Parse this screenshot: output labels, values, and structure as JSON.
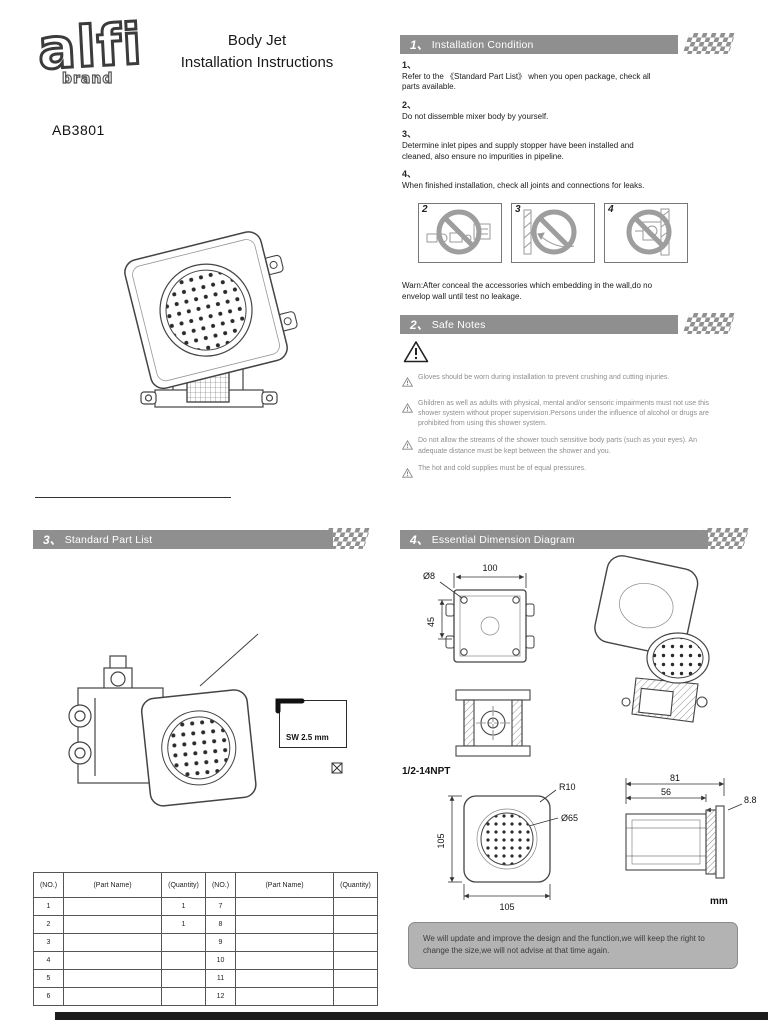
{
  "page": {
    "brand": "alfi",
    "brand_sub": "brand",
    "model": "AB3801",
    "title_line1": "Body Jet",
    "title_line2": "Installation Instructions"
  },
  "section1": {
    "number": "1、",
    "title": "Installation Condition",
    "items": [
      {
        "num": "1、",
        "text": "Refer to the 《Standard Part List》 when you open package, check all parts available."
      },
      {
        "num": "2、",
        "text": "Do not dissemble mixer body by yourself."
      },
      {
        "num": "3、",
        "text": "Determine inlet pipes and supply stopper have been installed and cleaned, also ensure no impurities in pipeline."
      },
      {
        "num": "4、",
        "text": "When finished installation, check all joints and connections for leaks."
      }
    ],
    "figures": [
      "2",
      "3",
      "4"
    ],
    "warning": "Warn:After conceal the accessories which embedding in the wall,do no envelop wall until test no leakage."
  },
  "section2": {
    "number": "2、",
    "title": "Safe Notes",
    "notes": [
      "Gloves should be worn during installation to prevent crushing and cutting injuries.",
      "Ghildren as well as adults with physical, mental and/or sensoric impairments must not use this shower system without proper supervision.Persons under the influence of alcohol or drugs are prohibited from using this shower system.",
      "Do not allow the streams of the shower touch sensitive body parts (such as your eyes). An adequate distance must be kept between the shower and you.",
      "The hot and cold supplies must be of equal pressures."
    ]
  },
  "section3": {
    "number": "3、",
    "title": "Standard Part List",
    "tool_label": "SW 2.5 mm",
    "table": {
      "headers": [
        "(NO.)",
        "(Part Name)",
        "(Quantity)",
        "(NO.)",
        "(Part Name)",
        "(Quantity)"
      ],
      "rows": [
        [
          "1",
          "",
          "1",
          "7",
          "",
          ""
        ],
        [
          "2",
          "",
          "1",
          "8",
          "",
          ""
        ],
        [
          "3",
          "",
          "",
          "9",
          "",
          ""
        ],
        [
          "4",
          "",
          "",
          "10",
          "",
          ""
        ],
        [
          "5",
          "",
          "",
          "11",
          "",
          ""
        ],
        [
          "6",
          "",
          "",
          "12",
          "",
          ""
        ]
      ]
    }
  },
  "section4": {
    "number": "4、",
    "title": "Essential Dimension Diagram",
    "dims": {
      "w100": "100",
      "hole": "Ø8",
      "h45": "45",
      "thread": "1/2-14NPT",
      "r10": "R10",
      "face_dia": "Ø65",
      "h105": "105",
      "w105": "105",
      "d81": "81",
      "d56": "56",
      "d88": "8.8",
      "unit": "mm"
    },
    "note": "We will update and improve the design and the function,we will keep the right to change the size,we will not advise at that time again."
  }
}
